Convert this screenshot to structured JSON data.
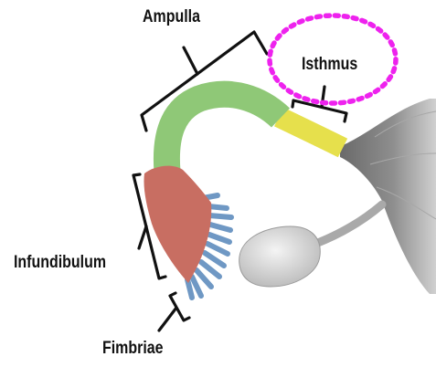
{
  "labels": {
    "ampulla": "Ampulla",
    "isthmus": "Isthmus",
    "infundibulum": "Infundibulum",
    "fimbriae": "Fimbriae"
  },
  "colors": {
    "ampulla": "#8fc877",
    "isthmus": "#e6e04c",
    "infundibulum": "#c86e62",
    "fimbriae": "#6f98c4",
    "uterus": "#7d7d7d",
    "ovary": "#dedede",
    "highlight_circle": "#ee22ee",
    "brackets": "#111111"
  }
}
